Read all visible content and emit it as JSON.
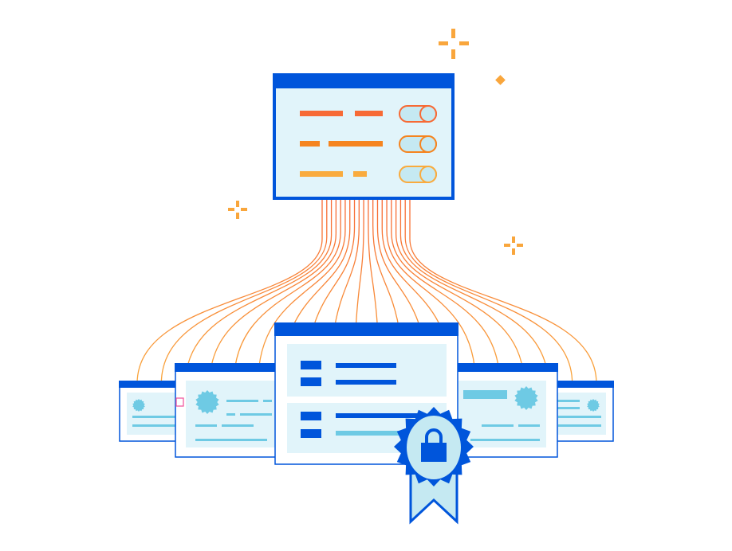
{
  "illustration": {
    "colors": {
      "brand_blue": "#0055db",
      "panel_light": "#e1f4fa",
      "accent_light_blue": "#6ecae4",
      "toggle_fill": "#c5e9f2",
      "orange_red": "#f76a35",
      "orange": "#f5841f",
      "orange_light": "#f9ab3e",
      "sparkle": "#f9a63c",
      "wire_top": "#f76a35",
      "wire_bottom": "#f9a63c",
      "marker_pink": "#f05aa0"
    },
    "settings_window": {
      "toggles": [
        {
          "state": "on",
          "color": "#f76a35"
        },
        {
          "state": "on",
          "color": "#f5841f"
        },
        {
          "state": "on",
          "color": "#f9ab3e"
        }
      ]
    },
    "icons": [
      "sparkle-icon",
      "diamond-icon",
      "starburst-seal-icon",
      "padlock-icon",
      "ribbon-badge-icon"
    ]
  }
}
